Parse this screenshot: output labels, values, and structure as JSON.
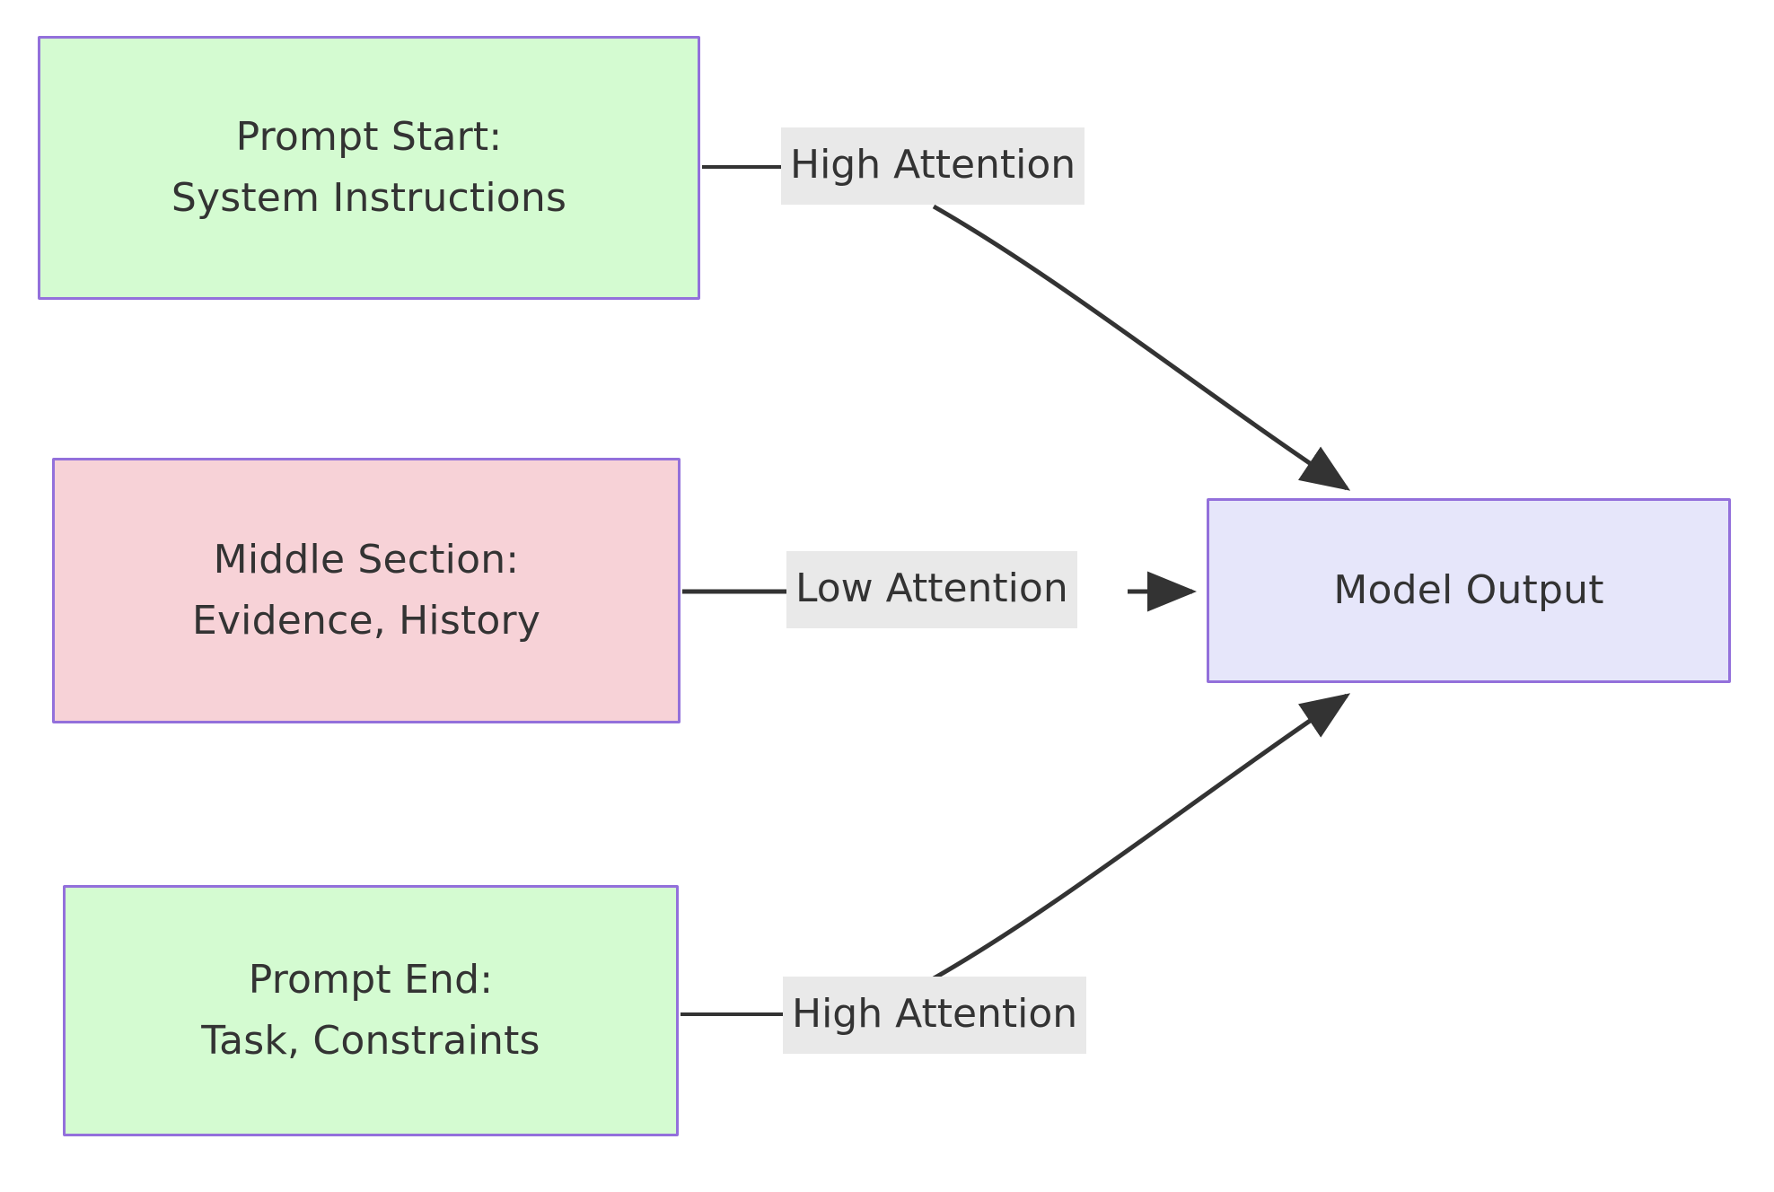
{
  "diagram": {
    "type": "flowchart",
    "direction": "left-to-right",
    "background_color": "#ffffff",
    "nodes": [
      {
        "id": "prompt-start",
        "line1": "Prompt Start:",
        "line2": "System Instructions",
        "fill": "#d4fbd1",
        "stroke": "#9370db"
      },
      {
        "id": "middle-section",
        "line1": "Middle Section:",
        "line2": "Evidence, History",
        "fill": "#f7d2d7",
        "stroke": "#9370db"
      },
      {
        "id": "prompt-end",
        "line1": "Prompt End:",
        "line2": "Task, Constraints",
        "fill": "#d4fbd1",
        "stroke": "#9370db"
      },
      {
        "id": "model-output",
        "line1": "Model Output",
        "line2": "",
        "fill": "#e6e6fa",
        "stroke": "#9370db"
      }
    ],
    "edges": [
      {
        "id": "edge-high-top",
        "from": "prompt-start",
        "to": "model-output",
        "label": "High Attention",
        "label_bg": "#e9e9e9",
        "stroke": "#333333"
      },
      {
        "id": "edge-low-middle",
        "from": "middle-section",
        "to": "model-output",
        "label": "Low Attention",
        "label_bg": "#e9e9e9",
        "stroke": "#333333"
      },
      {
        "id": "edge-high-bottom",
        "from": "prompt-end",
        "to": "model-output",
        "label": "High Attention",
        "label_bg": "#e9e9e9",
        "stroke": "#333333"
      }
    ]
  }
}
